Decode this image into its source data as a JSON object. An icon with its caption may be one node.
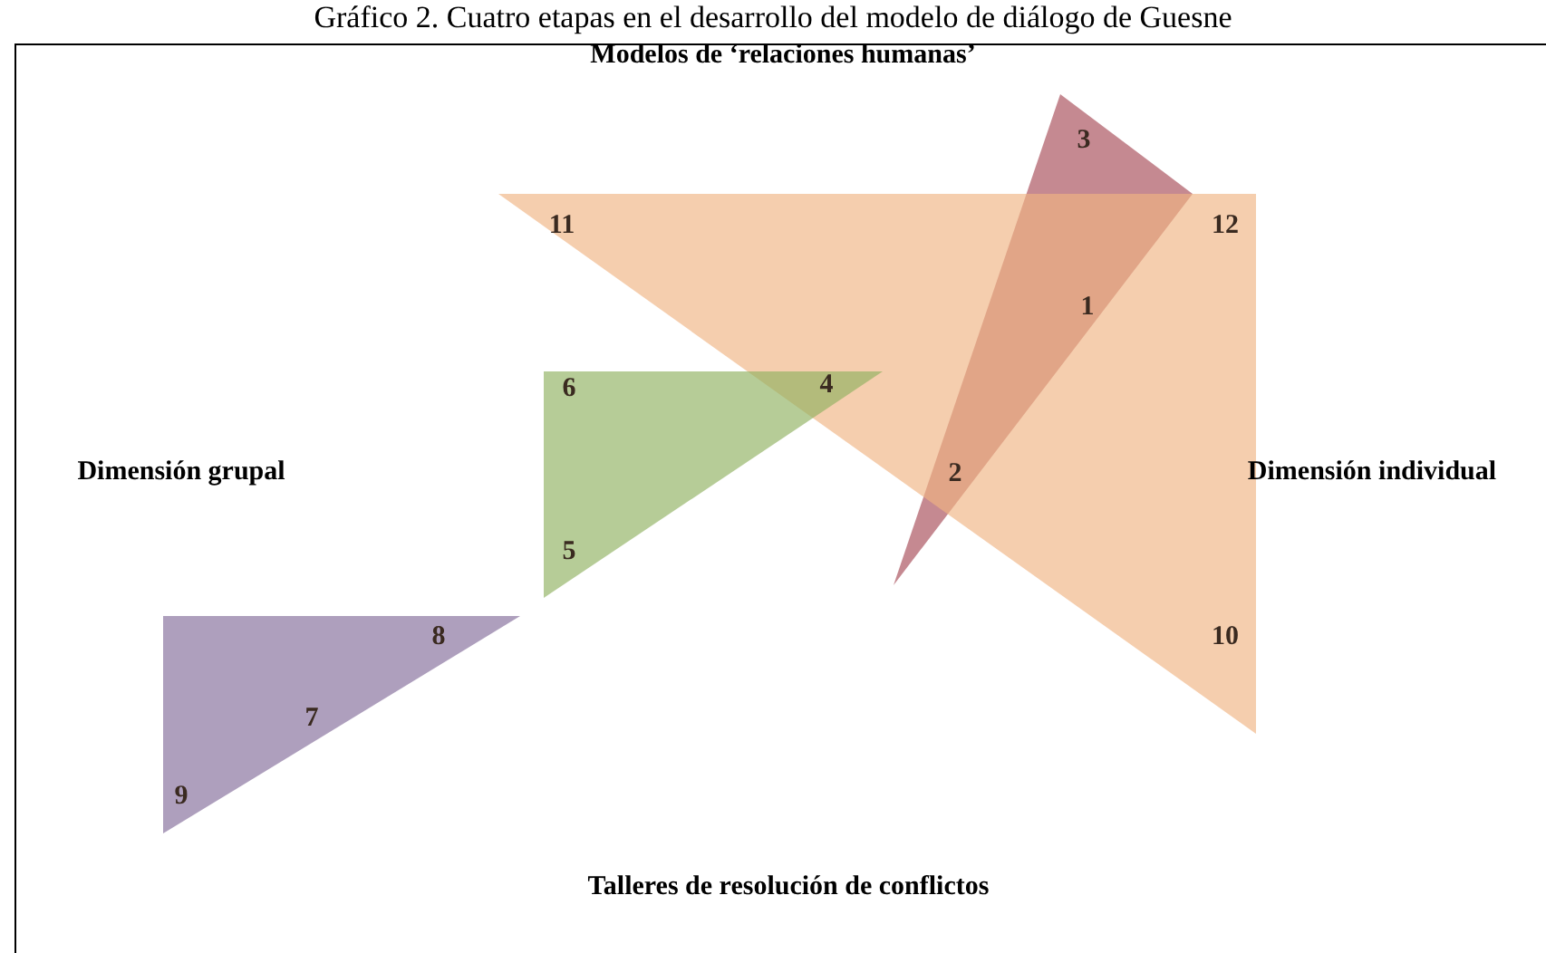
{
  "diagram": {
    "title": "Gráfico 2. Cuatro etapas en el desarrollo del modelo de diálogo de Guesne",
    "nodes": [
      {
        "text": [
          "3",
          "1",
          "2"
        ]
      },
      {
        "text": [
          "11",
          "12",
          "10"
        ]
      },
      {
        "text": [
          "6",
          "4",
          "5"
        ]
      },
      {
        "text": [
          "8",
          "7",
          "9"
        ]
      }
    ],
    "labels": [
      "Modelos de ‘relaciones humanas’",
      "Dimensión grupal",
      "Dimensión individual",
      "Talleres de resolución de conflictos"
    ]
  }
}
